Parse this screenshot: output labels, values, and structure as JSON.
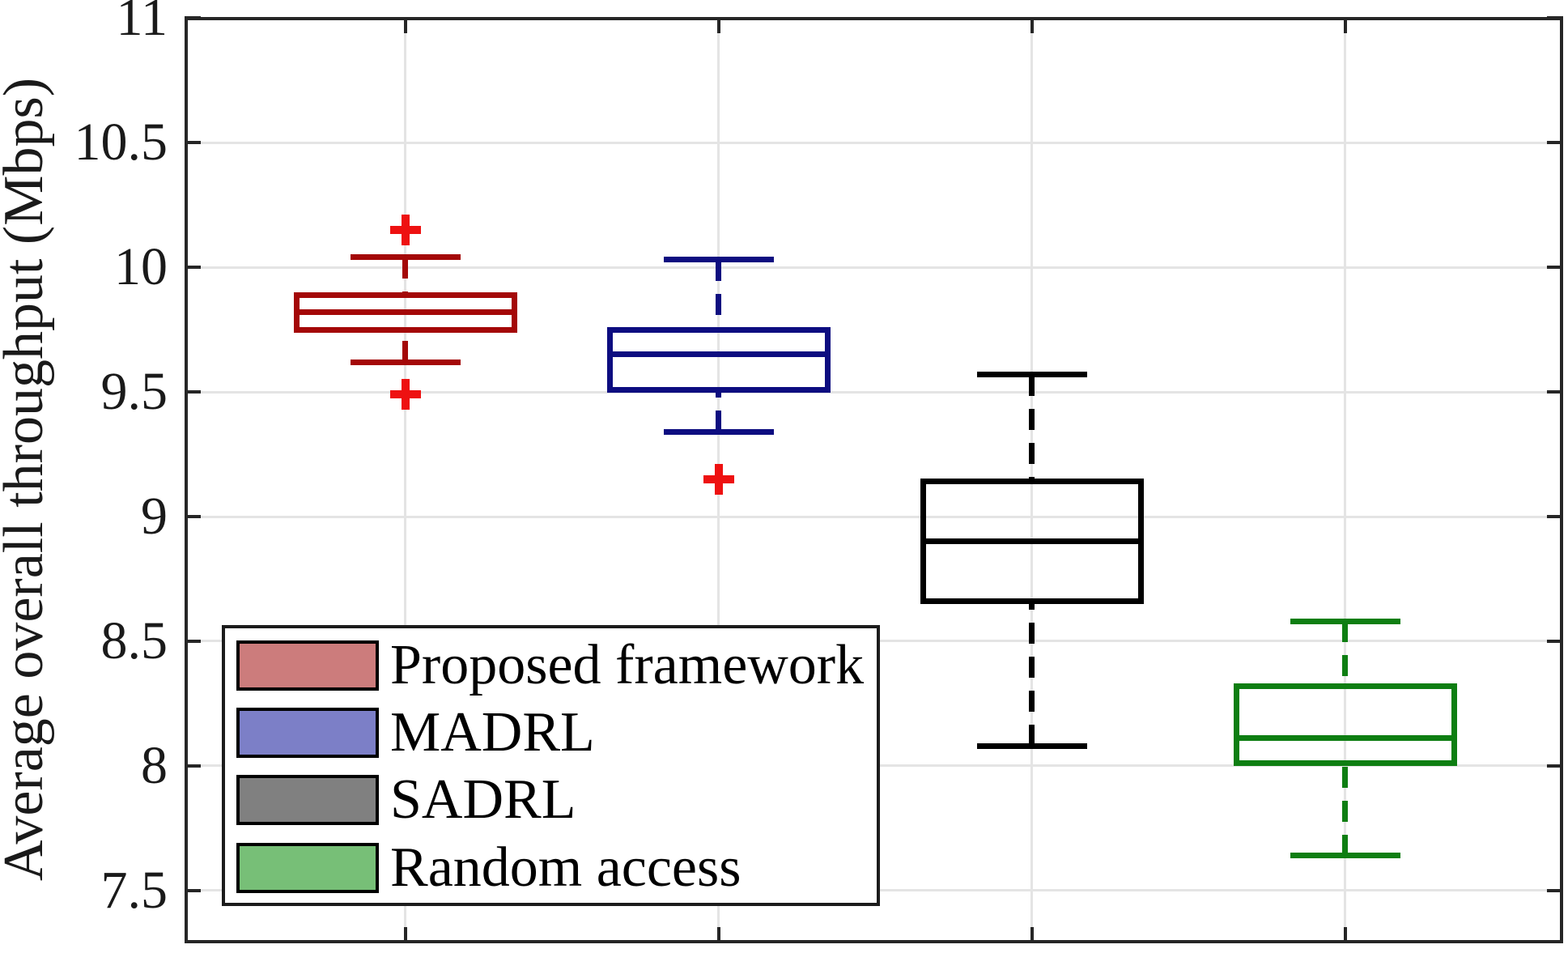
{
  "figure": {
    "background": "#ffffff",
    "axis_color": "#262626",
    "grid_color": "#e4e4e4",
    "grid": true
  },
  "chart_data": {
    "type": "boxplot",
    "title": "",
    "xlabel": "",
    "ylabel": "Average overall throughput (Mbps)",
    "ylim": [
      7.3,
      11
    ],
    "yticks": [
      {
        "value": 11,
        "label": "11"
      },
      {
        "value": 10.5,
        "label": "10.5"
      },
      {
        "value": 10,
        "label": "10"
      },
      {
        "value": 9.5,
        "label": "9.5"
      },
      {
        "value": 9,
        "label": "9"
      },
      {
        "value": 8.5,
        "label": "8.5"
      },
      {
        "value": 8,
        "label": "8"
      },
      {
        "value": 7.5,
        "label": "7.5"
      }
    ],
    "x_tick_labels_visible": false,
    "legend_position": "southwest",
    "outlier_marker": "plus",
    "outlier_color": "#ee1111",
    "series": [
      {
        "name": "Proposed framework",
        "box_color": "#a40808",
        "legend_fill": "#cc7c7c",
        "whisker_low": 9.62,
        "q1": 9.75,
        "median": 9.82,
        "q3": 9.89,
        "whisker_high": 10.04,
        "outliers": [
          10.15,
          9.49
        ]
      },
      {
        "name": "MADRL",
        "box_color": "#0d0d80",
        "legend_fill": "#7c7fc7",
        "whisker_low": 9.34,
        "q1": 9.51,
        "median": 9.65,
        "q3": 9.75,
        "whisker_high": 10.03,
        "outliers": [
          9.15
        ]
      },
      {
        "name": "SADRL",
        "box_color": "#000000",
        "legend_fill": "#808080",
        "whisker_low": 8.08,
        "q1": 8.66,
        "median": 8.9,
        "q3": 9.14,
        "whisker_high": 9.57,
        "outliers": []
      },
      {
        "name": "Random access",
        "box_color": "#0e7e12",
        "legend_fill": "#77bf77",
        "whisker_low": 7.64,
        "q1": 8.01,
        "median": 8.11,
        "q3": 8.32,
        "whisker_high": 8.58,
        "outliers": []
      }
    ]
  }
}
